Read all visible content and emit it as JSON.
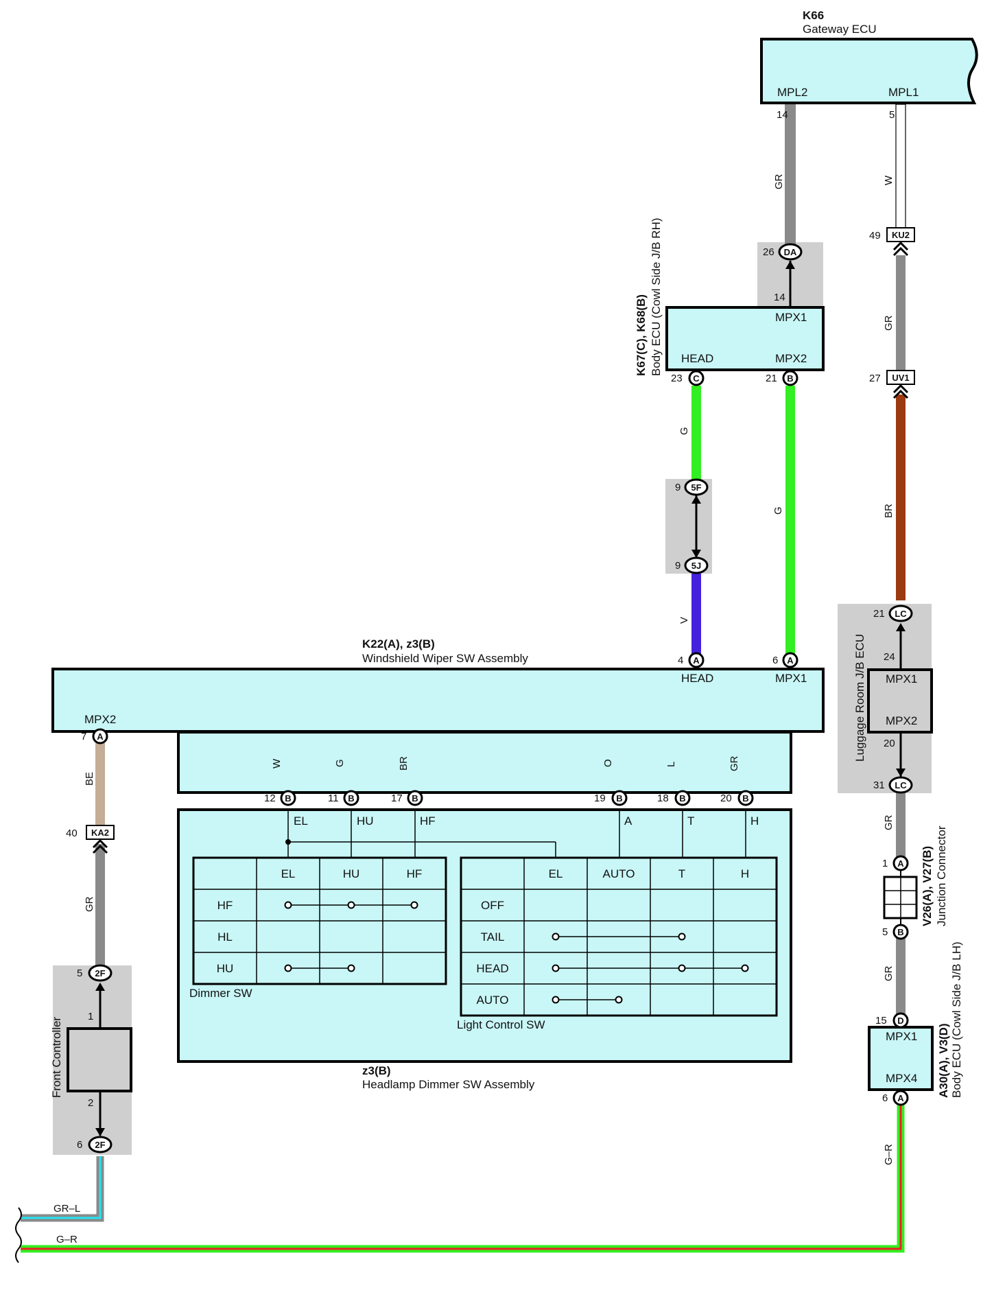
{
  "colors": {
    "ecu_fill": "#c9f6f6",
    "shade": "#cfcfcf",
    "wire_GR": "#8a8a8a",
    "wire_G": "#33ee22",
    "wire_BR": "#9b3a10",
    "wire_V": "#4422dd",
    "wire_O": "#ff8a1a",
    "wire_L": "#22e4f4",
    "wire_BE": "#c4ad97",
    "wire_R": "#ee2222",
    "wire_W": "#ffffff"
  },
  "components": {
    "gateway": {
      "code": "K66",
      "name": "Gateway ECU",
      "pin_mpl2": "MPL2",
      "pin_mpl1": "MPL1"
    },
    "body_ecu_rh": {
      "code": "K67(C), K68(B)",
      "name": "Body ECU (Cowl Side J/B RH)",
      "pin_mpx1": "MPX1",
      "pin_head": "HEAD",
      "pin_mpx2": "MPX2"
    },
    "wiper_sw": {
      "code": "K22(A), z3(B)",
      "name": "Windshield Wiper SW Assembly",
      "pin_head": "HEAD",
      "pin_mpx1": "MPX1",
      "pin_mpx2": "MPX2"
    },
    "headlamp_sw": {
      "code": "z3(B)",
      "name": "Headlamp Dimmer SW Assembly"
    },
    "luggage_ecu": {
      "name": "Luggage Room J/B ECU",
      "pin_mpx1": "MPX1",
      "pin_mpx2": "MPX2"
    },
    "junction": {
      "code": "V26(A), V27(B)",
      "name": "Junction Connector"
    },
    "body_ecu_lh": {
      "code": "A30(A), V3(D)",
      "name": "Body ECU (Cowl Side J/B LH)",
      "pin_mpx1": "MPX1",
      "pin_mpx4": "MPX4"
    },
    "front_controller": {
      "name": "Front Controller"
    }
  },
  "connectors": {
    "DA": "DA",
    "C": "C",
    "B": "B",
    "A": "A",
    "D": "D",
    "F5": "5F",
    "J5": "5J",
    "LC": "LC",
    "F2": "2F",
    "KU2": "KU2",
    "UV1": "UV1",
    "KA2": "KA2"
  },
  "pins": {
    "p14": "14",
    "p5": "5",
    "p26": "26",
    "p49": "49",
    "p23": "23",
    "p21": "21",
    "p27": "27",
    "p9": "9",
    "p4": "4",
    "p6": "6",
    "p24": "24",
    "p20": "20",
    "p31": "31",
    "p7": "7",
    "p40": "40",
    "p12": "12",
    "p11": "11",
    "p17": "17",
    "p19": "19",
    "p18": "18",
    "p1": "1",
    "p15": "15",
    "p2": "2"
  },
  "wires": {
    "GR": "GR",
    "W": "W",
    "G": "G",
    "BR": "BR",
    "V": "V",
    "O": "O",
    "L": "L",
    "BE": "BE",
    "G_R": "G–R",
    "GR_L": "GR–L"
  },
  "switch_taps": {
    "EL": "EL",
    "HU": "HU",
    "HF": "HF",
    "A": "A",
    "T": "T",
    "H": "H"
  },
  "dimmer_table": {
    "caption": "Dimmer SW",
    "columns": [
      "EL",
      "HU",
      "HF"
    ],
    "rows": [
      "HF",
      "HL",
      "HU"
    ]
  },
  "light_table": {
    "caption": "Light Control SW",
    "columns": [
      "EL",
      "AUTO",
      "T",
      "H"
    ],
    "rows": [
      "OFF",
      "TAIL",
      "HEAD",
      "AUTO"
    ]
  }
}
